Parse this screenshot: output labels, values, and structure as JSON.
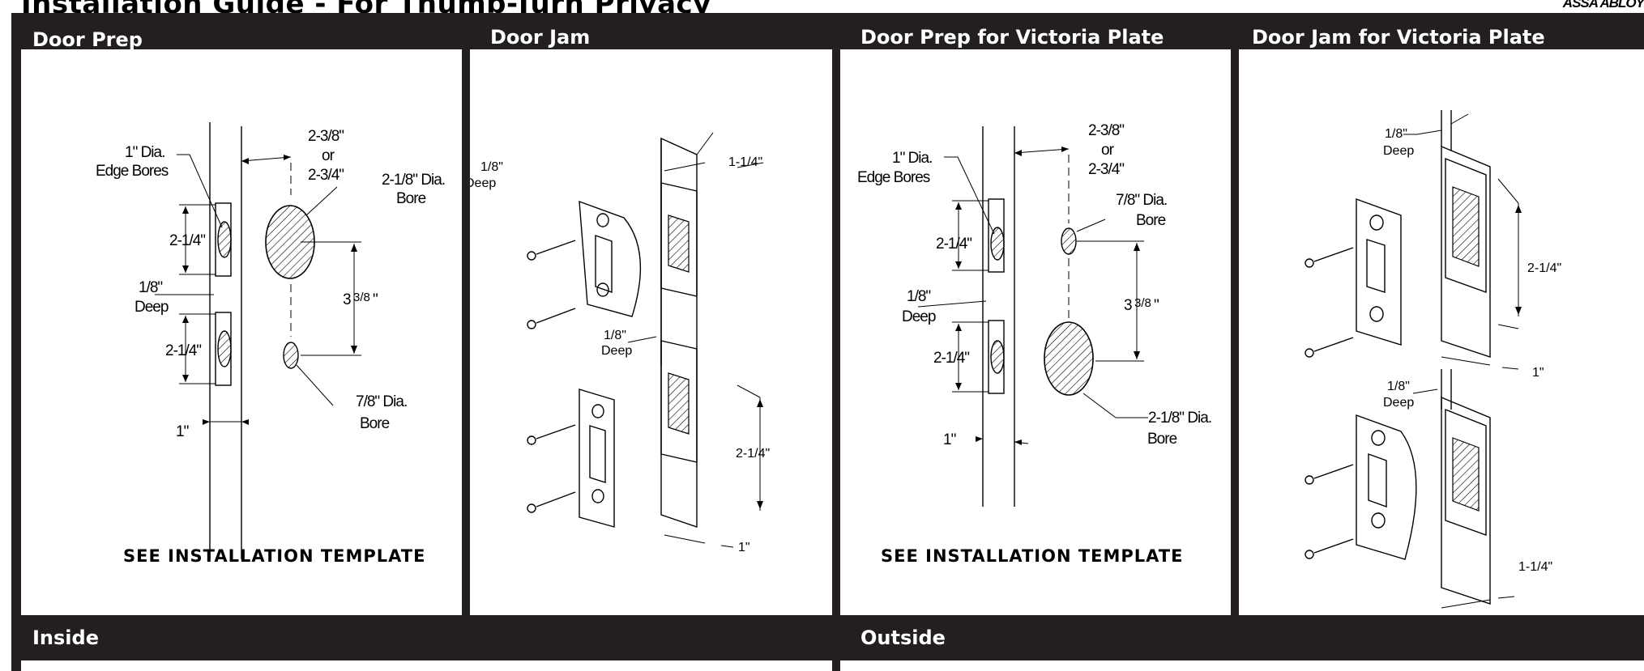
{
  "document": {
    "title": "Installation Guide - For Thumb-Turn Privacy",
    "brand": "ASSA ABLOY"
  },
  "sections": {
    "door_prep": {
      "title": "Door Prep",
      "labels": {
        "edge_bores_dia": "1\" Dia.",
        "edge_bores": "Edge Bores",
        "backset_a": "2-3/8\"",
        "or": "or",
        "backset_b": "2-3/4\"",
        "bore_large_dia": "2-1/8\" Dia.",
        "bore_large": "Bore",
        "height_top": "2-1/4\"",
        "deep_depth": "1/8\"",
        "deep": "Deep",
        "spacing_whole": "3",
        "spacing_fraction": "3/8",
        "spacing_inch": "\"",
        "height_bottom": "2-1/4\"",
        "bore_small_dia": "7/8\" Dia.",
        "bore_small": "Bore",
        "edge_width": "1\""
      },
      "note": "SEE INSTALLATION TEMPLATE"
    },
    "door_jam": {
      "title": "Door Jam",
      "labels": {
        "deep_depth_top": "1/8\"",
        "deep_top": "Deep",
        "width_top": "1-1/4\"",
        "deep_depth_mid": "1/8\"",
        "deep_mid": "Deep",
        "height": "2-1/4\"",
        "width_bottom": "1\""
      }
    },
    "door_prep_victoria": {
      "title": "Door Prep for Victoria Plate",
      "labels": {
        "edge_bores_dia": "1\" Dia.",
        "edge_bores": "Edge Bores",
        "backset_a": "2-3/8\"",
        "or": "or",
        "backset_b": "2-3/4\"",
        "bore_small_dia": "7/8\" Dia.",
        "bore_small": "Bore",
        "height_top": "2-1/4\"",
        "deep_depth": "1/8\"",
        "deep": "Deep",
        "spacing_whole": "3",
        "spacing_fraction": "3/8",
        "spacing_inch": "\"",
        "height_bottom": "2-1/4\"",
        "bore_large_dia": "2-1/8\" Dia.",
        "bore_large": "Bore",
        "edge_width": "1\""
      },
      "note": "SEE INSTALLATION TEMPLATE"
    },
    "door_jam_victoria": {
      "title": "Door Jam for Victoria Plate",
      "labels": {
        "deep_depth_top": "1/8\"",
        "deep_top": "Deep",
        "height": "2-1/4\"",
        "width_mid": "1\"",
        "deep_depth_mid": "1/8\"",
        "deep_mid": "Deep",
        "width_bottom": "1-1/4\""
      }
    },
    "inside": {
      "title": "Inside"
    },
    "outside": {
      "title": "Outside"
    }
  }
}
